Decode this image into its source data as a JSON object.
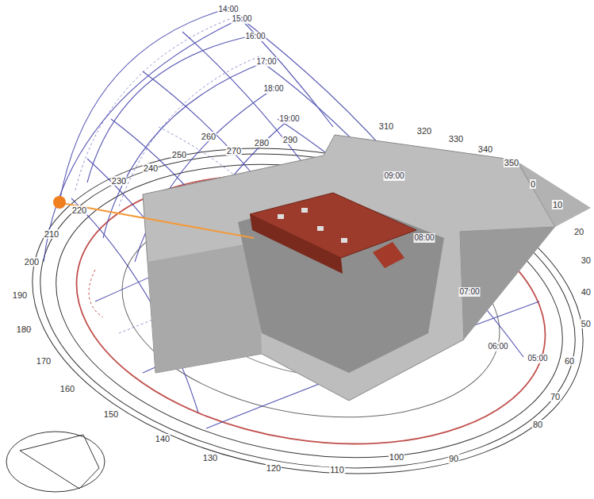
{
  "diagram": {
    "labels": [
      "0",
      "10",
      "20",
      "30",
      "40",
      "50",
      "60",
      "70",
      "80",
      "90",
      "100",
      "110",
      "120",
      "130",
      "140",
      "150",
      "160",
      "170",
      "180",
      "190",
      "200",
      "210",
      "220",
      "230",
      "240",
      "250",
      "260",
      "270",
      "280",
      "290",
      "310",
      "320",
      "330",
      "340",
      "350",
      "14:00",
      "15:00",
      "16:00",
      "17:00",
      "18:00",
      "19:00",
      "09:00",
      "08:00",
      "07:00",
      "06:00",
      "05:00"
    ]
  }
}
